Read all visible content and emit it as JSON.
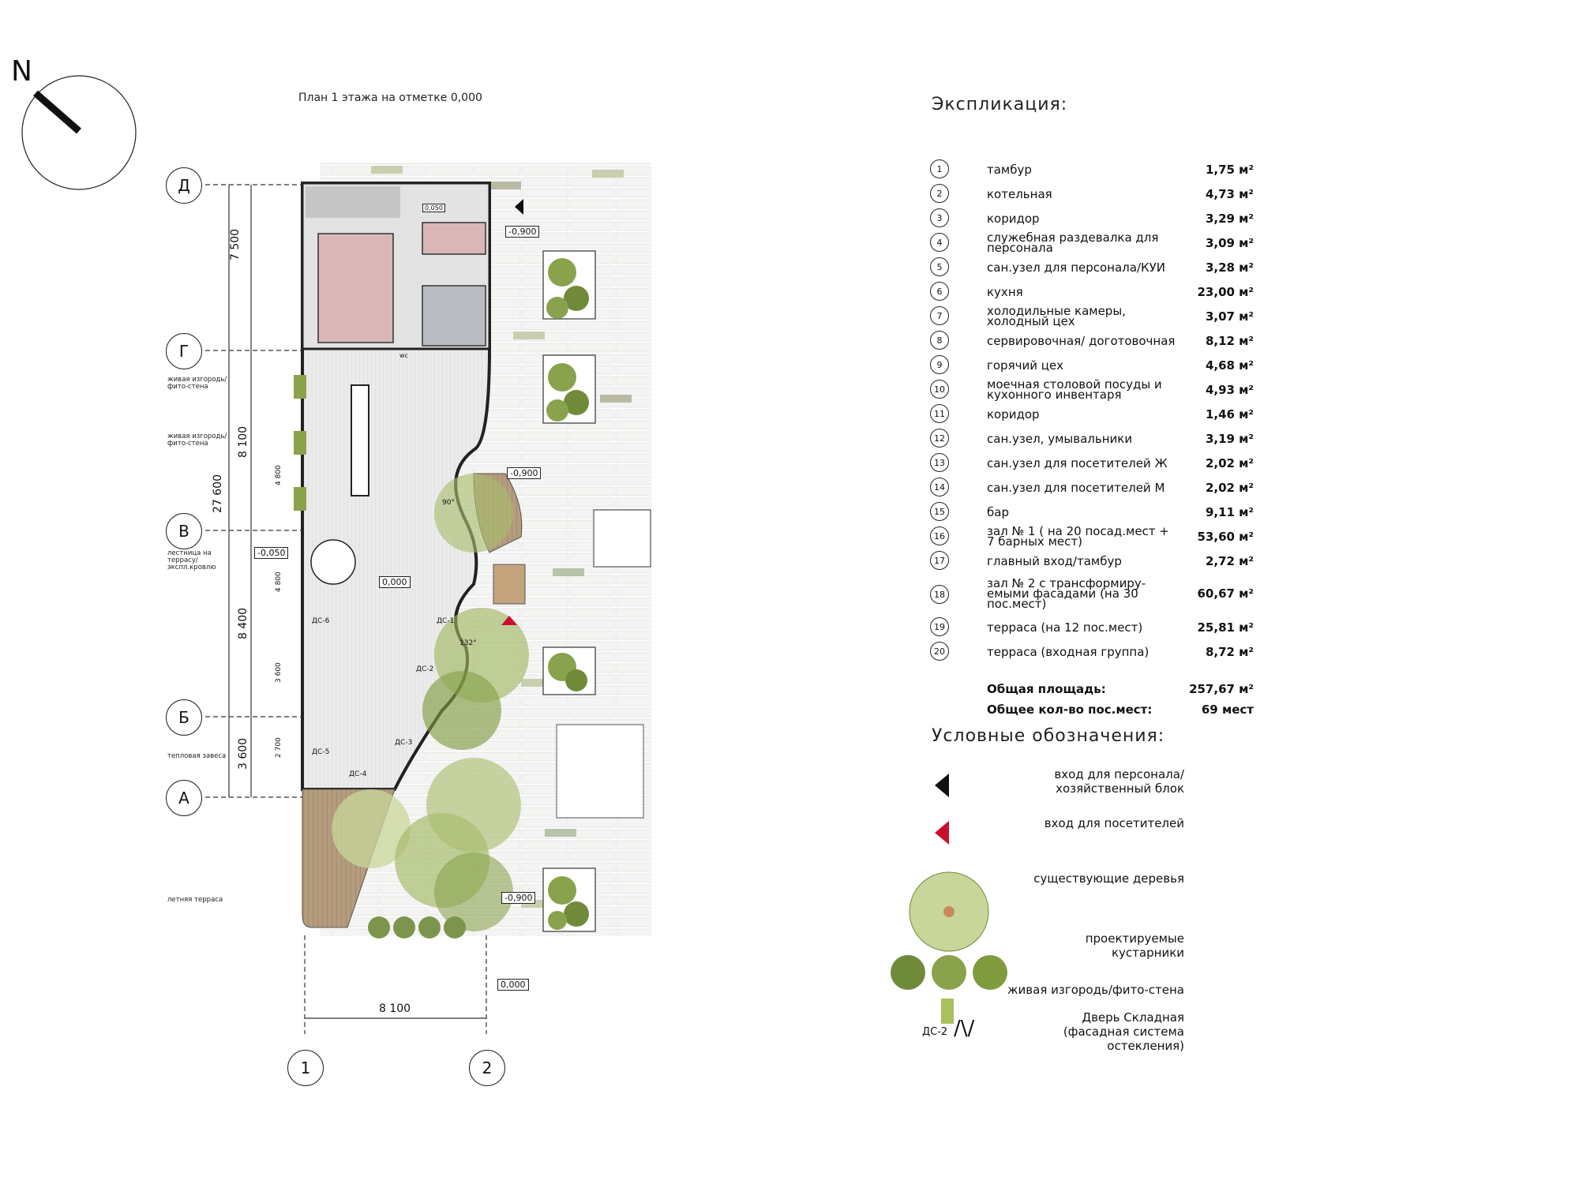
{
  "plan_title": "План 1 этажа на отметке 0,000",
  "compass_letter": "N",
  "explication": {
    "title": "Экспликация:",
    "rooms": [
      {
        "n": "1",
        "name": "тамбур",
        "area": "1,75 м²"
      },
      {
        "n": "2",
        "name": "котельная",
        "area": "4,73 м²"
      },
      {
        "n": "3",
        "name": "коридор",
        "area": "3,29 м²"
      },
      {
        "n": "4",
        "name": "служебная раздевалка для персонала",
        "area": "3,09 м²"
      },
      {
        "n": "5",
        "name": "сан.узел для персонала/КУИ",
        "area": "3,28 м²"
      },
      {
        "n": "6",
        "name": "кухня",
        "area": "23,00 м²"
      },
      {
        "n": "7",
        "name": "холодильные камеры, холодный цех",
        "area": "3,07 м²"
      },
      {
        "n": "8",
        "name": "сервировочная/ доготовочная",
        "area": "8,12 м²"
      },
      {
        "n": "9",
        "name": "горячий цех",
        "area": "4,68 м²"
      },
      {
        "n": "10",
        "name": "моечная столовой посуды и кухонного инвентаря",
        "area": "4,93 м²"
      },
      {
        "n": "11",
        "name": "коридор",
        "area": "1,46 м²"
      },
      {
        "n": "12",
        "name": "сан.узел, умывальники",
        "area": "3,19 м²"
      },
      {
        "n": "13",
        "name": "сан.узел для посетителей Ж",
        "area": "2,02 м²"
      },
      {
        "n": "14",
        "name": "сан.узел для посетителей М",
        "area": "2,02 м²"
      },
      {
        "n": "15",
        "name": "бар",
        "area": "9,11 м²"
      },
      {
        "n": "16",
        "name": "зал № 1 ( на 20 посад.мест + 7 барных мест)",
        "area": "53,60 м²"
      },
      {
        "n": "17",
        "name": "главный вход/тамбур",
        "area": "2,72 м²"
      },
      {
        "n": "18",
        "name": "зал № 2 с трансформиру-емыми фасадами (на 30 пос.мест)",
        "area": "60,67 м²"
      },
      {
        "n": "19",
        "name": "терраса (на 12 пос.мест)",
        "area": "25,81 м²"
      },
      {
        "n": "20",
        "name": "терраса (входная группа)",
        "area": "8,72 м²"
      }
    ],
    "total_area_label": "Общая площадь:",
    "total_area": "257,67 м²",
    "total_seats_label": "Общее кол-во пос.мест:",
    "total_seats": "69 мест"
  },
  "legend": {
    "title": "Условные обозначения:",
    "staff_entrance": "вход для персонала/ хозяйственный блок",
    "visitor_entrance": "вход для посетителей",
    "existing_trees": "существующие деревья",
    "planned_shrubs": "проектируемые кустарники",
    "hedge": "живая изгородь/фито-стена",
    "door_mark": "ДС-2",
    "folding_door": "Дверь Складная (фасадная система остекления)",
    "colors": {
      "staff": "#111111",
      "visitor": "#c8102e",
      "tree": "#c9d69a",
      "shrub": "#6f8b3a",
      "kitchen": "#d9b7b7"
    }
  },
  "axes": {
    "rows": [
      "Д",
      "Г",
      "В",
      "Б",
      "А"
    ],
    "cols": [
      "1",
      "2"
    ],
    "dims_vertical": [
      "7 500",
      "8 100",
      "8 400",
      "3 600"
    ],
    "dim_total": "27 600",
    "dims_small": [
      "4 800",
      "4 800",
      "3 600",
      "2 700"
    ],
    "dim_horizontal": "8 100"
  },
  "levels": {
    "l1": "-0,900",
    "l2": "-0,900",
    "l3": "-0,900",
    "l4": "0,000",
    "l5": "0,000",
    "l6": "-0,050",
    "l7": "0,050"
  },
  "side_labels": {
    "hedge1": "живая изгородь/ фито-стена",
    "hedge2": "живая изгородь/ фито-стена",
    "stair": "лестница на террасу/ экспл.кровлю",
    "curtain": "тепловая завеса",
    "summer": "летняя терраса"
  },
  "plan_marks": {
    "wc": "wc",
    "ds": [
      "ДС-1",
      "ДС-2",
      "ДС-3",
      "ДС-4",
      "ДС-5",
      "ДС-6"
    ],
    "angle1": "90°",
    "angle2": "132°"
  }
}
